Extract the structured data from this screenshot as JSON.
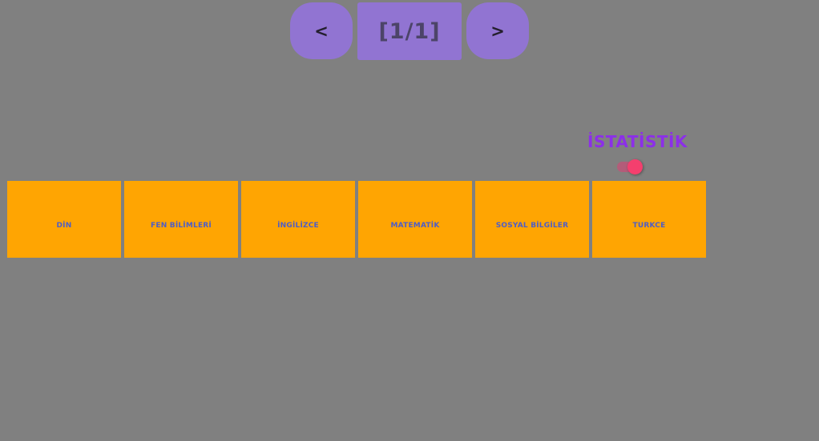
{
  "theme": {
    "background": "#808080",
    "accent_purple": "#9174D2",
    "title_purple": "#8C2FE8",
    "card_orange": "#FFA502",
    "card_label_blue": "#4E5EC6",
    "toggle_on_pink": "#F43F6E",
    "toggle_track_pink": "#B35C79",
    "pager_text_dark": "#4C4468",
    "arrow_dark": "#241F2E"
  },
  "pager": {
    "prev_label": "<",
    "page_indicator": "[1/1]",
    "next_label": ">"
  },
  "statistics": {
    "title": "İSTATİSTİK",
    "toggle_state": "on"
  },
  "subjects": {
    "items": [
      {
        "label": "DİN"
      },
      {
        "label": "FEN BİLİMLERİ"
      },
      {
        "label": "İNGİLİZCE"
      },
      {
        "label": "MATEMATİK"
      },
      {
        "label": "SOSYAL BİLGİLER"
      },
      {
        "label": "TURKCE"
      }
    ]
  }
}
